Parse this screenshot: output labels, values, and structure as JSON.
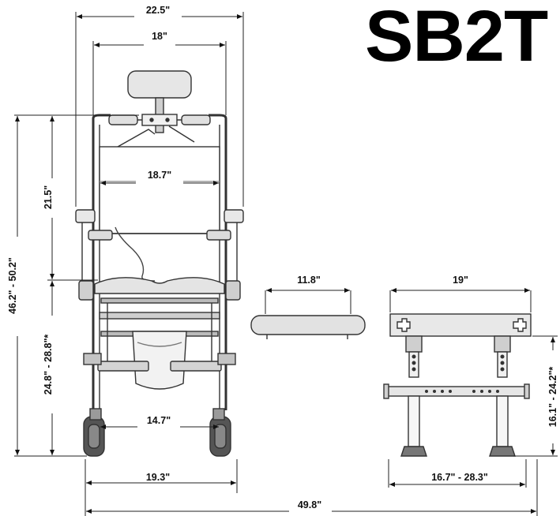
{
  "model": "SB2T",
  "dimensions": {
    "overall_width": "22.5\"",
    "headrest_width": "18\"",
    "seat_back_width": "18.7\"",
    "back_height": "21.5\"",
    "overall_height": "46.2\" - 50.2\"",
    "seat_height": "24.8\" - 28.8\"*",
    "inner_width": "14.7\"",
    "base_width": "19.3\"",
    "armrest_length": "11.8\"",
    "table_width": "19\"",
    "table_height": "16.1\" - 24.2\"*",
    "table_base_width": "16.7\" - 28.3\"",
    "total_length": "49.8\""
  },
  "colors": {
    "line": "#111111",
    "frame": "#6b6b6b",
    "fill": "#d9d9d9",
    "background": "#ffffff"
  }
}
